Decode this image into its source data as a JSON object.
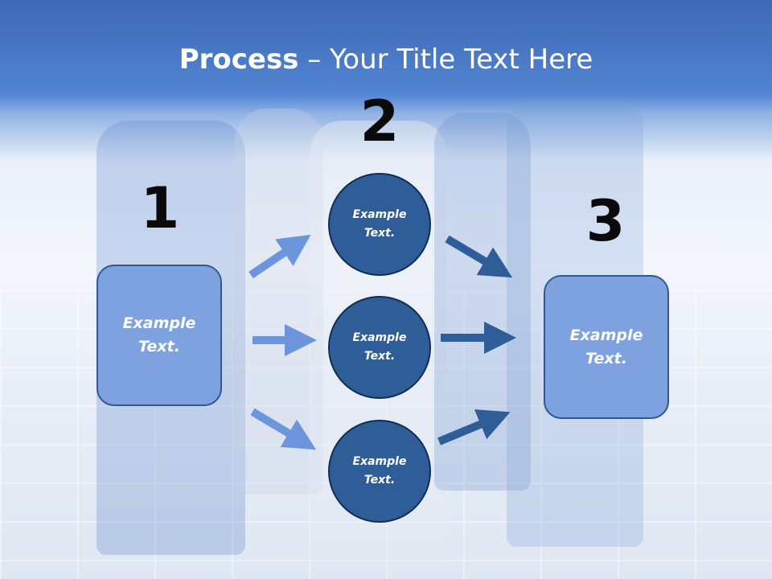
{
  "title": {
    "bold": "Process",
    "rest": " – Your Title Text Here"
  },
  "steps": {
    "one": "1",
    "two": "2",
    "three": "3"
  },
  "left_box": {
    "text": "Example Text."
  },
  "circles": [
    {
      "text": "Example Text."
    },
    {
      "text": "Example Text."
    },
    {
      "text": "Example Text."
    }
  ],
  "right_box": {
    "text": "Example Text."
  },
  "colors": {
    "box_fill": "#7ea1e0",
    "circle_fill": "#2f5d98",
    "arrow_light": "#6d95dc",
    "arrow_dark": "#2f5d98",
    "header": "#4a7ac8"
  }
}
